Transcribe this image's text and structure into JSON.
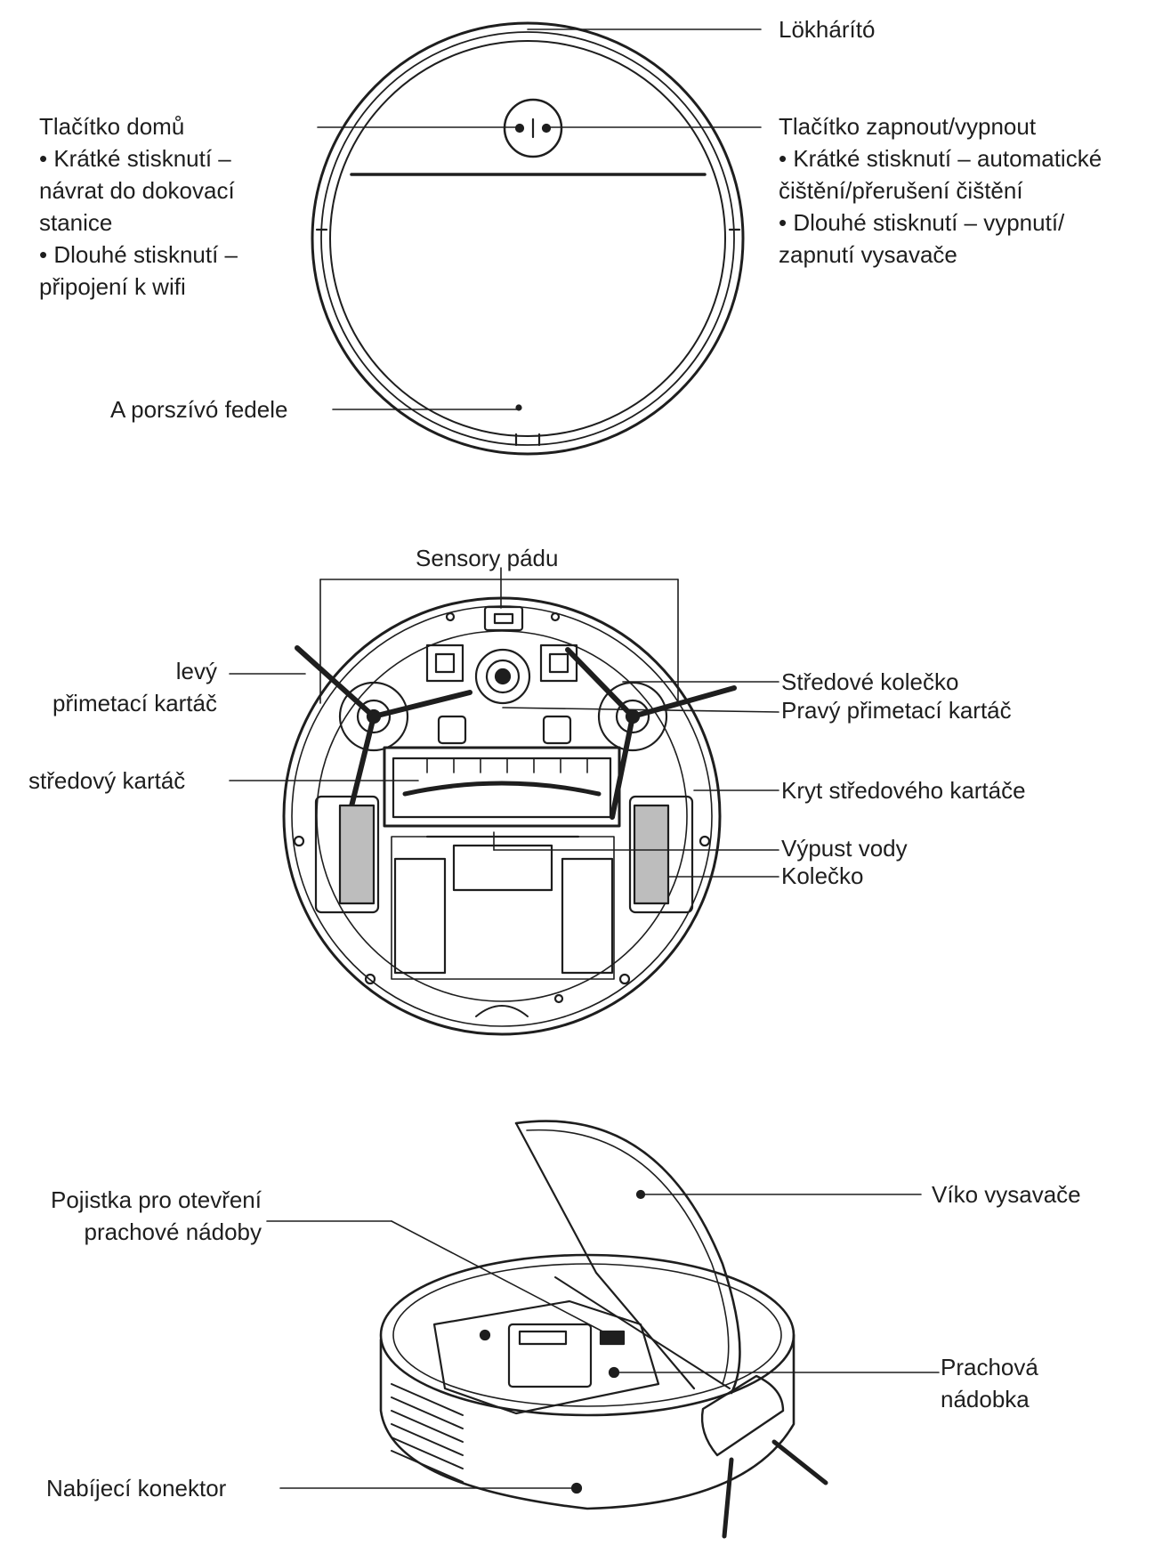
{
  "top_view": {
    "bumper": "Lökhárító",
    "home_button": {
      "title": "Tlačítko domů",
      "lines": [
        "• Krátké stisknutí –",
        "návrat do dokovací",
        "stanice",
        "• Dlouhé stisknutí –",
        "připojení k wifi"
      ]
    },
    "power_button": {
      "title": "Tlačítko zapnout/vypnout",
      "lines": [
        "• Krátké stisknutí – automatické",
        "čištění/přerušení čištění",
        "• Dlouhé stisknutí – vypnutí/",
        "zapnutí vysavače"
      ]
    },
    "cover": "A porszívó fedele"
  },
  "bottom_view": {
    "cliff_sensors": "Sensory pádu",
    "left_side_brush": [
      "levý",
      "přimetací kartáč"
    ],
    "main_brush": "středový kartáč",
    "caster_wheel": "Středové kolečko",
    "right_side_brush": "Pravý přimetací kartáč",
    "brush_cover": "Kryt středového kartáče",
    "water_outlet": "Výpust vody",
    "wheel": "Kolečko"
  },
  "side_view": {
    "dustbin_latch": [
      "Pojistka pro otevření",
      "prachové nádoby"
    ],
    "lid": "Víko vysavače",
    "dustbin": [
      "Prachová",
      "nádobka"
    ],
    "charging_connector": "Nabíjecí konektor"
  }
}
